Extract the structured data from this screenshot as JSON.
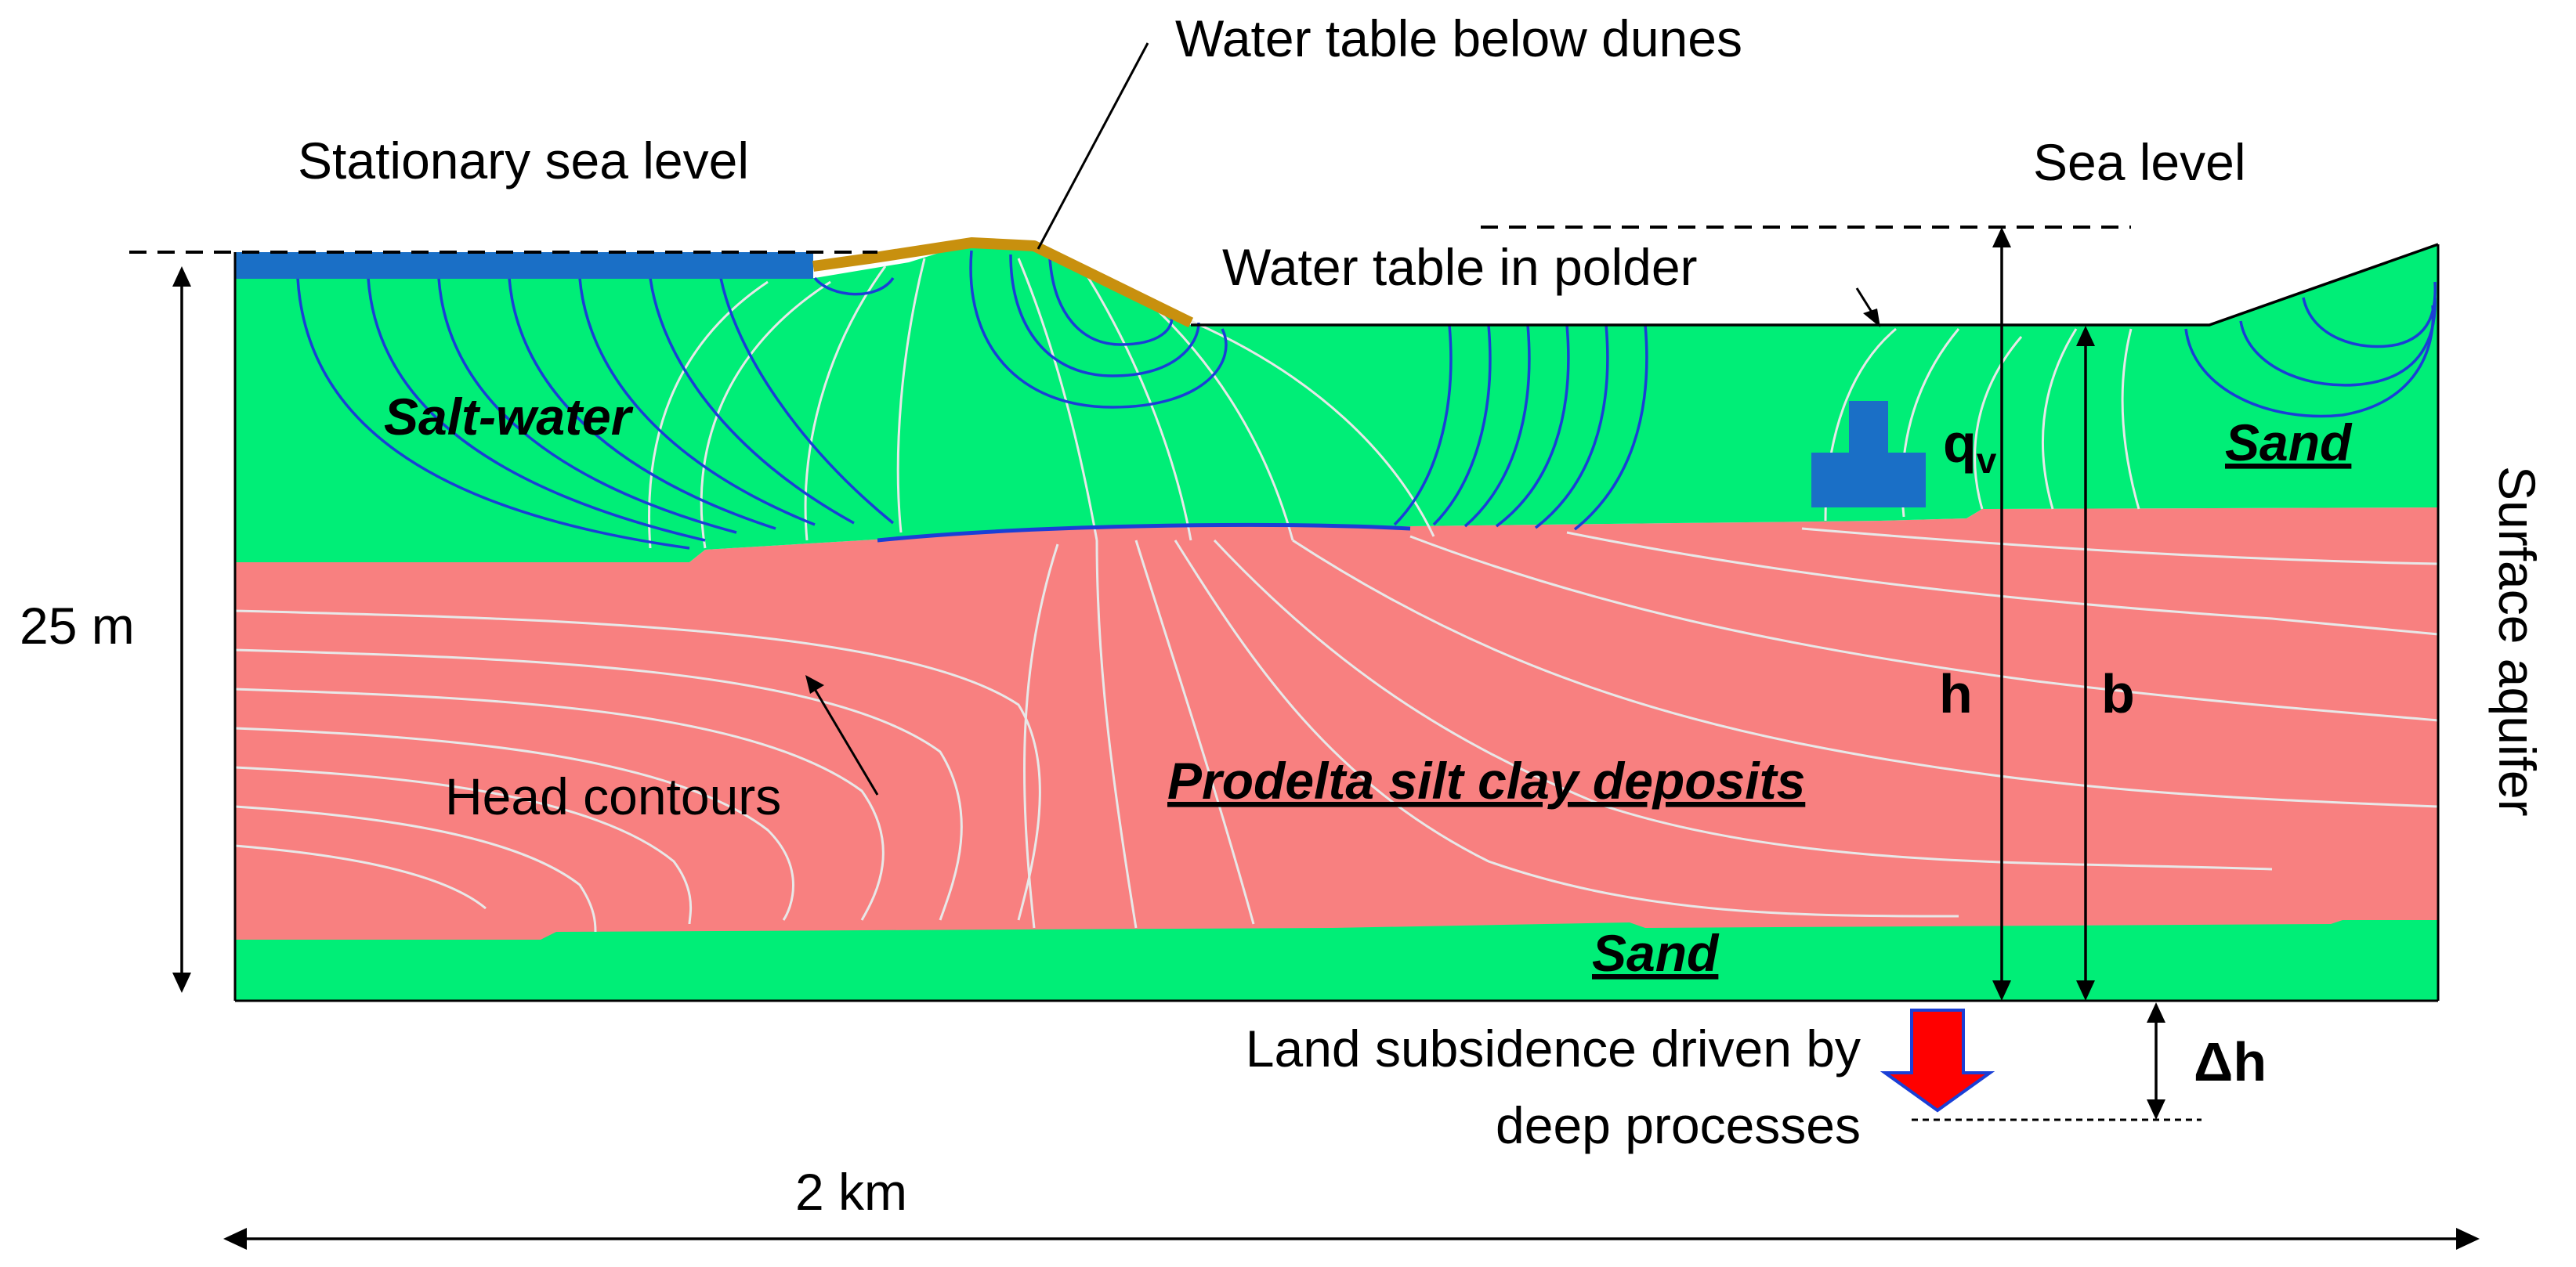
{
  "labels": {
    "water_table_dunes": "Water table below dunes",
    "stationary_sea_level": "Stationary sea level",
    "sea_level": "Sea level",
    "water_table_polder": "Water table in polder",
    "salt_water": "Salt-water",
    "sand_top": "Sand",
    "sand_bottom": "Sand",
    "qv": "q",
    "qv_sub": "v",
    "depth": "25 m",
    "surface_aquifer": "Surface aquifer",
    "h": "h",
    "b": "b",
    "head_contours": "Head contours",
    "prodelta": "Prodelta silt clay deposits",
    "subsidence_line1": "Land subsidence driven by",
    "subsidence_line2": "deep processes",
    "delta_h": "Δh",
    "width": "2 km"
  },
  "colors": {
    "sand": "#00ee77",
    "clay": "#f88080",
    "sea": "#1a6fc6",
    "dune": "#c8900e",
    "salt_contour": "#1a3fd6",
    "head_contour": "#e8e8e8",
    "up_arrow": "#1a6fc6",
    "down_arrow": "#ff0000"
  }
}
